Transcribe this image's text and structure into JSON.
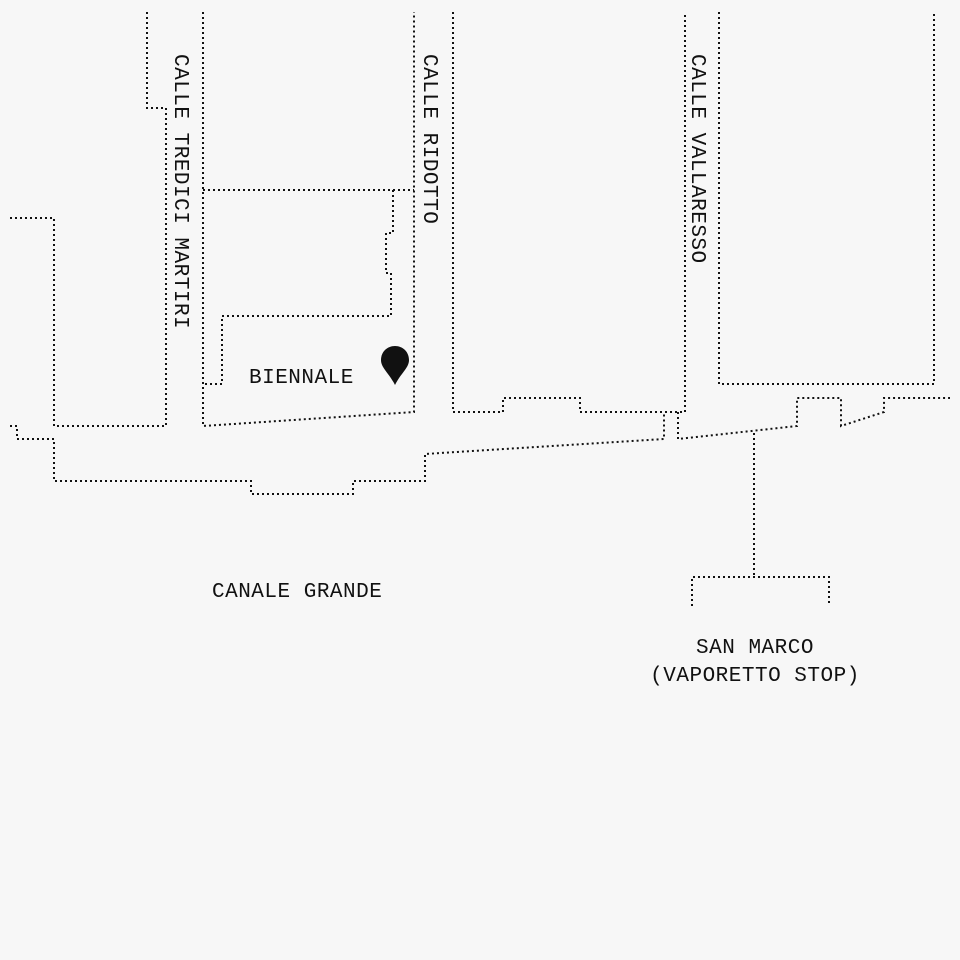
{
  "colors": {
    "background": "#f7f7f7",
    "ink": "#111111"
  },
  "streets": {
    "calle_tredici_martiri": "CALLE TREDICI MARTIRI",
    "calle_ridotto": "CALLE RIDOTTO",
    "calle_vallaresso": "CALLE VALLARESSO"
  },
  "places": {
    "biennale": "BIENNALE",
    "canale_grande": "CANALE GRANDE",
    "san_marco_line1": "SAN MARCO",
    "san_marco_line2": "(VAPORETTO STOP)"
  },
  "icons": {
    "biennale_marker": "map-pin-icon"
  }
}
